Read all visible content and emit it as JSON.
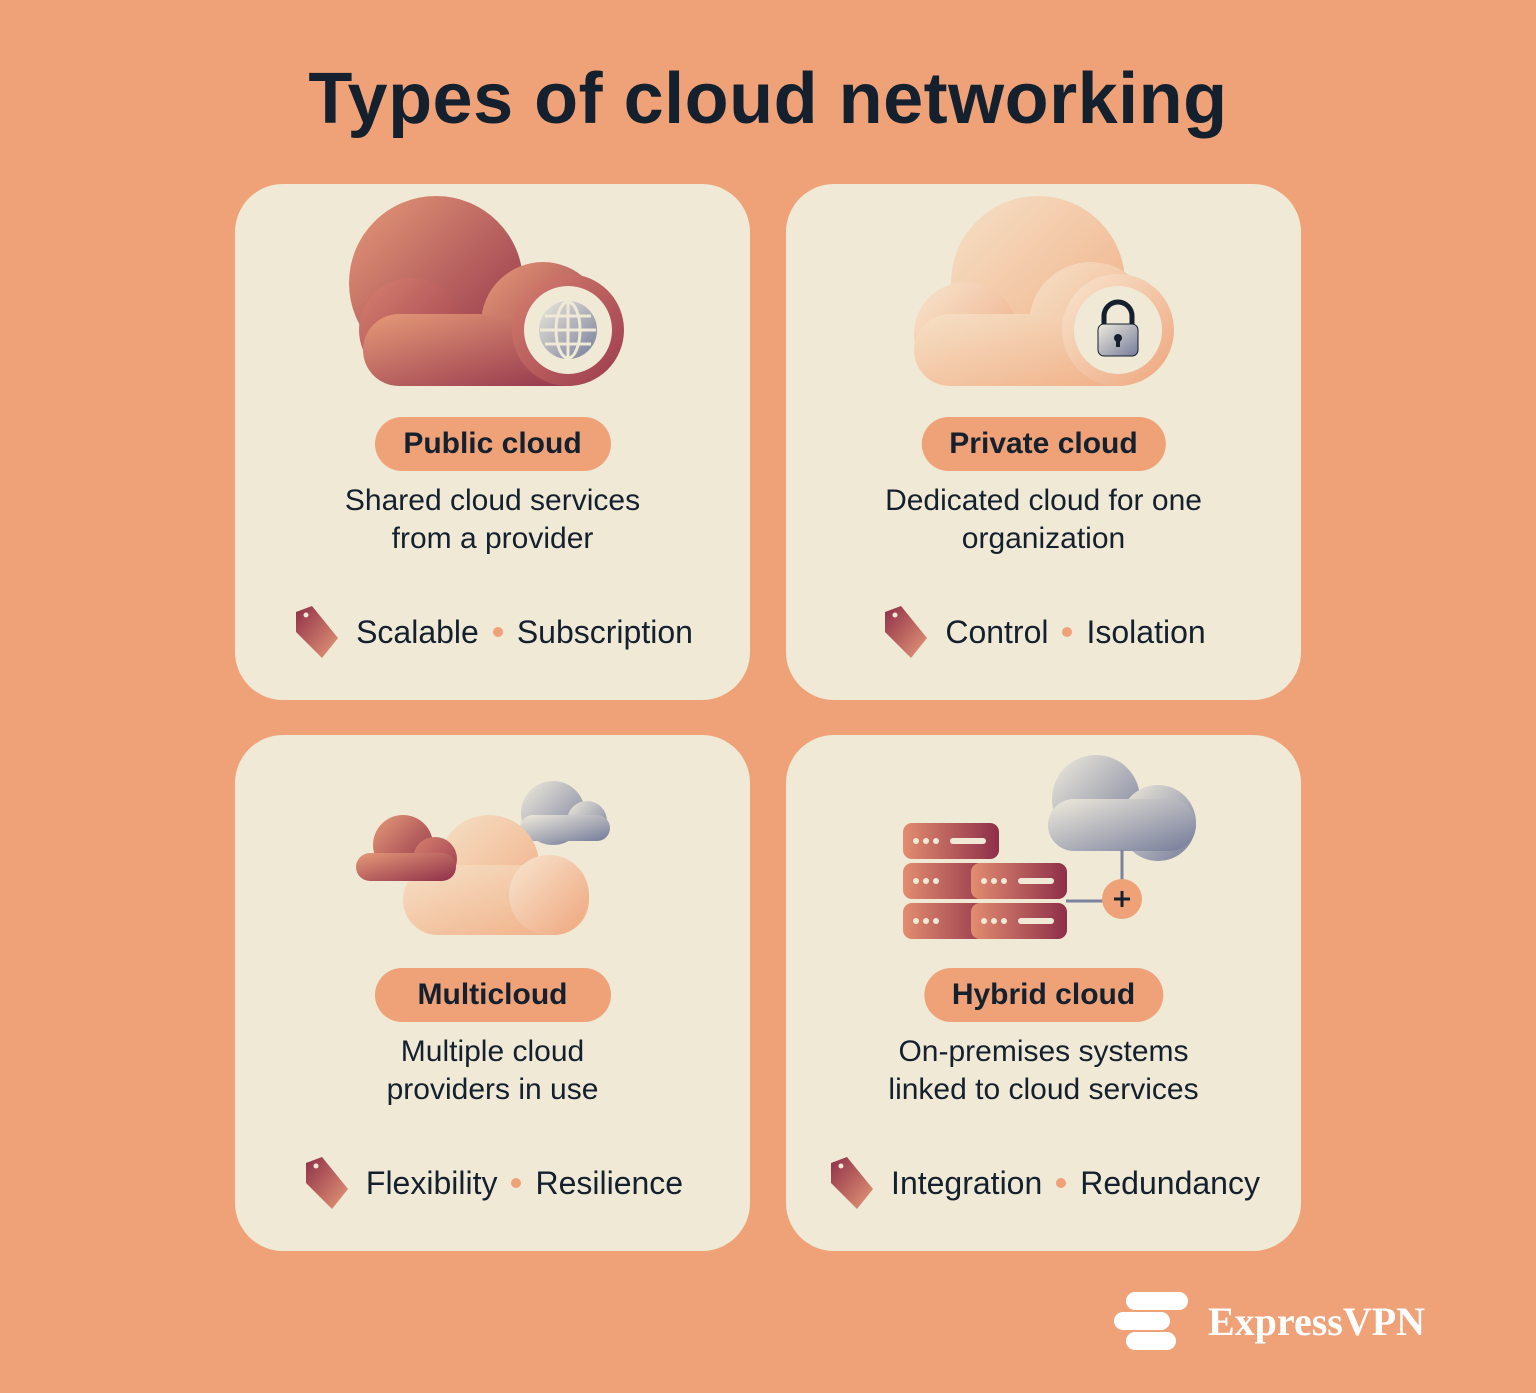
{
  "title": "Types of cloud networking",
  "colors": {
    "background": "#EFA277",
    "card": "#EFE9D6",
    "text": "#14202E",
    "pill": "#EFA277",
    "accent_dark": "#8E2F49",
    "accent_mid": "#C8675E",
    "cool": "#7C839F"
  },
  "cards": [
    {
      "label": "Public cloud",
      "description": [
        "Shared cloud services",
        "from a provider"
      ],
      "tags": [
        "Scalable",
        "Subscription"
      ],
      "icon": "cloud-globe-icon"
    },
    {
      "label": "Private cloud",
      "description": [
        "Dedicated cloud for one",
        "organization"
      ],
      "tags": [
        "Control",
        "Isolation"
      ],
      "icon": "cloud-lock-icon"
    },
    {
      "label": "Multicloud",
      "description": [
        "Multiple cloud",
        "providers in use"
      ],
      "tags": [
        "Flexibility",
        "Resilience"
      ],
      "icon": "multi-cloud-icon"
    },
    {
      "label": "Hybrid cloud",
      "description": [
        "On-premises systems",
        "linked to cloud services"
      ],
      "tags": [
        "Integration",
        "Redundancy"
      ],
      "icon": "server-cloud-icon"
    }
  ],
  "brand": {
    "name": "ExpressVPN",
    "icon": "expressvpn-logo-icon"
  }
}
